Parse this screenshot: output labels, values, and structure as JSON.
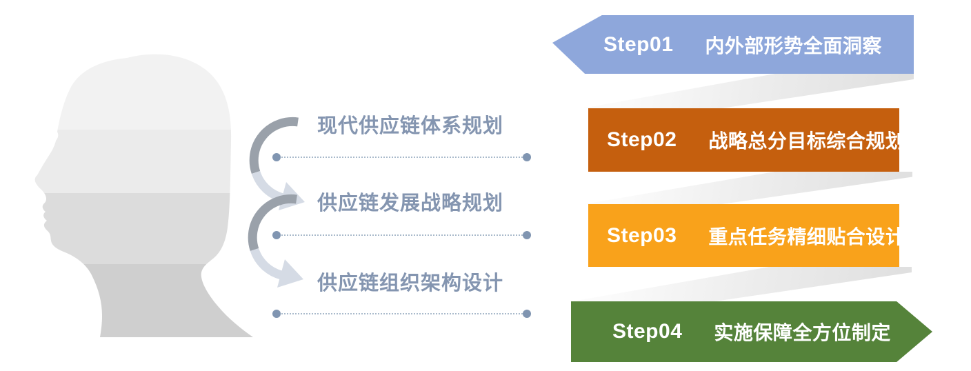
{
  "planning_items": [
    {
      "label": "现代供应链体系规划"
    },
    {
      "label": "供应链发展战略规划"
    },
    {
      "label": "供应链组织架构设计"
    }
  ],
  "steps": [
    {
      "id": "Step01",
      "label": "内外部形势全面洞察",
      "color": "#8EA7DB",
      "shape": "arrow-left"
    },
    {
      "id": "Step02",
      "label": "战略总分目标综合规划",
      "color": "#C55F0E",
      "shape": "rect"
    },
    {
      "id": "Step03",
      "label": "重点任务精细贴合设计",
      "color": "#F9A21B",
      "shape": "rect"
    },
    {
      "id": "Step04",
      "label": "实施保障全方位制定",
      "color": "#55833A",
      "shape": "arrow-right"
    }
  ],
  "colors": {
    "background": "#FFFFFF",
    "mid_label_text": "#8495B0",
    "dotted_line": "#A9BACB",
    "dot_endpoint": "#8095B1",
    "cycle_arrow_dark": "#9AA1AA",
    "cycle_arrow_light": "#D5DBE5",
    "fold_ribbon_gray": "#ECECEC",
    "head_bands": [
      "#F2F2F2",
      "#EBEBEB",
      "#DCDCDC",
      "#CFCFCF"
    ]
  },
  "icons": {
    "head": "head-profile-silhouette",
    "arrow": "curved-cycle-arrow"
  }
}
